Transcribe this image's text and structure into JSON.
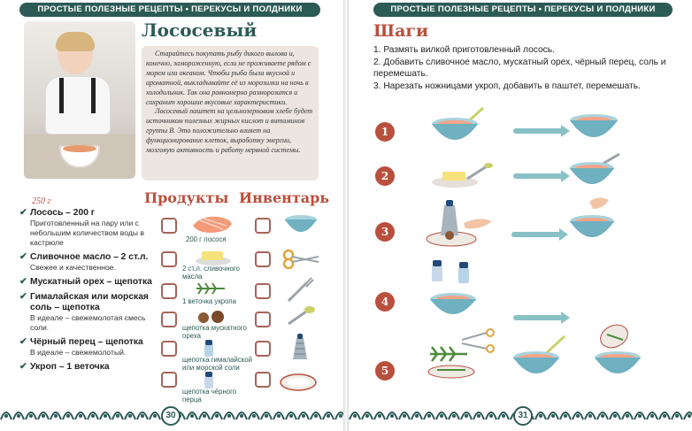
{
  "header": {
    "left": "ПРОСТЫЕ ПОЛЕЗНЫЕ РЕЦЕПТЫ • ПЕРЕКУСЫ И ПОЛДНИКИ",
    "right": "ПРОСТЫЕ ПОЛЕЗНЫЕ РЕЦЕПТЫ • ПЕРЕКУСЫ И ПОЛДНИКИ"
  },
  "recipe": {
    "title": "Лососевый паштет",
    "intro_p1": "Старайтесь покупать рыбу дикого вылова и, конечно, замороженную, если не проживаете рядом с морем или океаном. Чтобы рыба была вкусной и ароматной, выкладывайте её из морозилки на ночь в холодильник. Так она равномерно разморозится и сохранит хорошие вкусовые характеристики.",
    "intro_p2": "Лососевый паштет на цельнозерновом хлебе будет источником полезных жирных кислот и витаминов группы B. Это положительно влияет на функционирование клеток, выработку энергии, мозговую активность и работу нервной системы."
  },
  "sections": {
    "products": "Продукты",
    "inventory": "Инвентарь"
  },
  "weight": "250 г",
  "products": [
    {
      "name": "Лосось – 200 г",
      "desc": "Приготовленный на пару или с небольшим количеством воды в кастрюле"
    },
    {
      "name": "Сливочное масло – 2 ст.л.",
      "desc": "Свежее и качественное."
    },
    {
      "name": "Мускатный орех – щепотка",
      "desc": ""
    },
    {
      "name": "Гималайская или морская соль – щепотка",
      "desc": "В идеале – свежемолотая смесь соли."
    },
    {
      "name": "Чёрный перец – щепотка",
      "desc": "В идеале – свежемолотый."
    },
    {
      "name": "Укроп – 1 веточка",
      "desc": ""
    }
  ],
  "product_labels": [
    "200 г лосося",
    "2 ст.л. сливочного масла",
    "1 веточка укропа",
    "щепотка мускатного ореха",
    "щепотка гималайской или морской соли",
    "щепотка чёрного перца"
  ],
  "steps_title": "Шаги",
  "steps": [
    "1. Размять вилкой приготовленный лосось.",
    "2. Добавить сливочное масло, мускатный орех, чёрный перец, соль и перемешать.",
    "3. Нарезать ножницами укроп, добавить в паштет, перемешать."
  ],
  "step_numbers": [
    "1",
    "2",
    "3",
    "4",
    "5"
  ],
  "page_numbers": {
    "left": "30",
    "right": "31"
  },
  "colors": {
    "accent": "#2c5b55",
    "title_red": "#b8503d",
    "checkbox": "#a4645a"
  }
}
